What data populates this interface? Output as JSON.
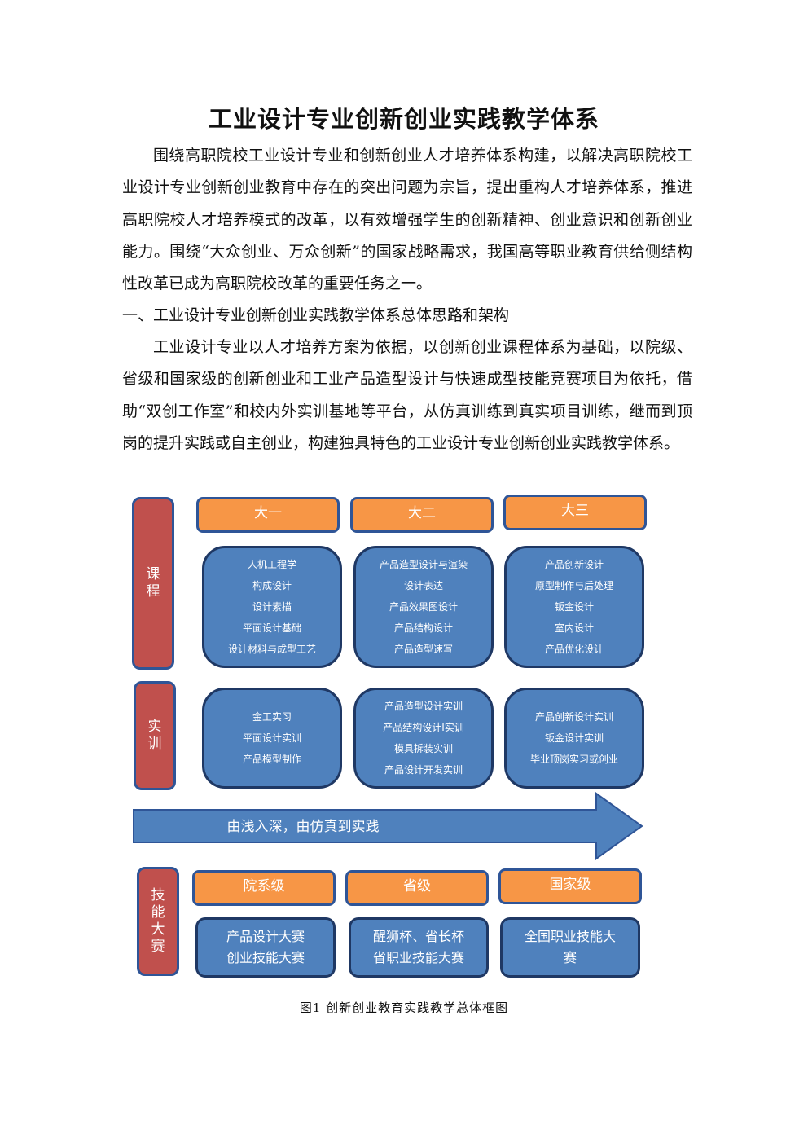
{
  "title": "工业设计专业创新创业实践教学体系",
  "paragraph1": "围绕高职院校工业设计专业和创新创业人才培养体系构建，以解决高职院校工业设计专业创新创业教育中存在的突出问题为宗旨，提出重构人才培养体系，推进高职院校人才培养模式的改革，以有效增强学生的创新精神、创业意识和创新创业能力。围绕“大众创业、万众创新”的国家战略需求，我国高等职业教育供给侧结构性改革已成为高职院校改革的重要任务之一。",
  "section1_heading": "一、工业设计专业创新创业实践教学体系总体思路和架构",
  "paragraph2": "工业设计专业以人才培养方案为依据，以创新创业课程体系为基础，以院级、省级和国家级的创新创业和工业产品造型设计与快速成型技能竞赛项目为依托，借助“双创工作室”和校内外实训基地等平台，从仿真训练到真实项目训练，继而到顶岗的提升实践或自主创业，构建独具特色的工业设计专业创新创业实践教学体系。",
  "figure": {
    "side_labels": {
      "course": "课程",
      "training": "实训",
      "competition": "技能大赛"
    },
    "years": [
      "大一",
      "大二",
      "大三"
    ],
    "courses": {
      "year1": [
        "人机工程学",
        "构成设计",
        "设计素描",
        "平面设计基础",
        "设计材料与成型工艺"
      ],
      "year2": [
        "产品造型设计与渲染",
        "设计表达",
        "产品效果图设计",
        "产品结构设计",
        "产品造型速写"
      ],
      "year3": [
        "产品创新设计",
        "原型制作与后处理",
        "钣金设计",
        "室内设计",
        "产品优化设计"
      ]
    },
    "training": {
      "year1": [
        "金工实习",
        "平面设计实训",
        "产品模型制作"
      ],
      "year2": [
        "产品造型设计实训",
        "产品结构设计Ⅰ实训",
        "模具拆装实训",
        "产品设计开发实训"
      ],
      "year3": [
        "产品创新设计实训",
        "钣金设计实训",
        "毕业顶岗实习或创业"
      ]
    },
    "arrow_text": "由浅入深，由仿真到实践",
    "levels": [
      "院系级",
      "省级",
      "国家级"
    ],
    "competitions": {
      "level1": [
        "产品设计大赛",
        "创业技能大赛"
      ],
      "level2": [
        "醒狮杯、省长杯",
        "省职业技能大赛"
      ],
      "level3": [
        "全国职业技能大",
        "赛"
      ]
    },
    "caption": "图1  创新创业教育实践教学总体框图",
    "colors": {
      "red": "#c0504d",
      "orange": "#f79646",
      "blue": "#4f81bd",
      "border": "#2f5597"
    }
  }
}
